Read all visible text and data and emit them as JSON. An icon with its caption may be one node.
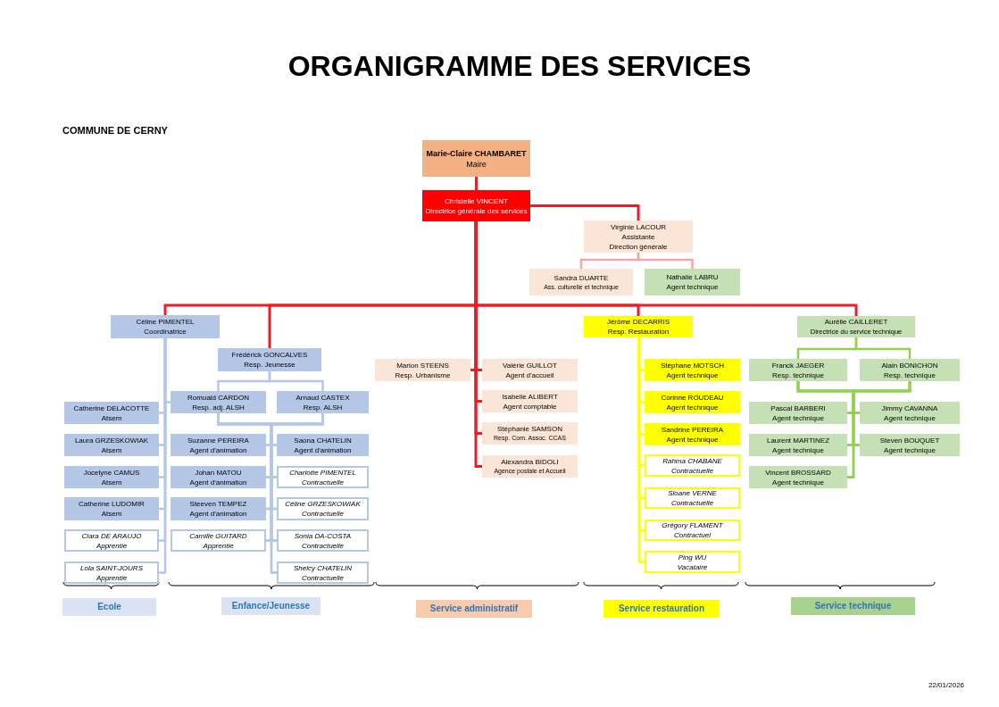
{
  "diagram": {
    "title": "ORGANIGRAMME DES SERVICES",
    "nodes": [
      {
        "text": [
          "Marie-Claire CHAMBARET",
          "Maire"
        ]
      },
      {
        "text": [
          "Christelle VINCENT",
          "Directrice générale des services"
        ]
      },
      {
        "text": [
          "Virginie LACOUR",
          "Assistante",
          "Direction générale"
        ]
      },
      {
        "text": [
          "Sandra DUARTE",
          "Ass. culturelle et technique"
        ]
      },
      {
        "text": [
          "Nathalie LABRU",
          "Agent technique"
        ]
      },
      {
        "text": [
          "Céline PIMENTEL",
          "Coordinatrice"
        ]
      },
      {
        "text": [
          "Catherine DELACOTTE",
          "Atsem"
        ]
      },
      {
        "text": [
          "Laura GRZESKOWIAK",
          "Atsem"
        ]
      },
      {
        "text": [
          "Jocelyne CAMUS",
          "Atsem"
        ]
      },
      {
        "text": [
          "Catherine LUDOMIR",
          "Atsem"
        ]
      },
      {
        "text": [
          "Clara DE ARAUJO",
          "Apprentie"
        ]
      },
      {
        "text": [
          "Lola SAINT-JOURS",
          "Apprentie"
        ]
      },
      {
        "text": [
          "Frédérick GONCALVES",
          "Resp. Jeunesse"
        ]
      },
      {
        "text": [
          "Romuald CARDON",
          "Resp. adj. ALSH"
        ]
      },
      {
        "text": [
          "Arnaud CASTEX",
          "Resp. ALSH"
        ]
      },
      {
        "text": [
          "Suzanne PEREIRA",
          "Agent d'animation"
        ]
      },
      {
        "text": [
          "Saona CHATELIN",
          "Agent d'animation"
        ]
      },
      {
        "text": [
          "Johan MATOU",
          "Agent d'animation"
        ]
      },
      {
        "text": [
          "Charlotte PIMENTEL",
          "Contractuelle"
        ]
      },
      {
        "text": [
          "Steeven TEMPEZ",
          "Agent d'animation"
        ]
      },
      {
        "text": [
          "Céline GRZESKOWIAK",
          "Contractuelle"
        ]
      },
      {
        "text": [
          "Camille GUITARD",
          "Apprentie"
        ]
      },
      {
        "text": [
          "Sonia DA-COSTA",
          "Contractuelle"
        ]
      },
      {
        "text": [
          "Shelcy CHATELIN",
          "Contractuelle"
        ]
      },
      {
        "text": [
          "Marion STEENS",
          "Resp. Urbanisme"
        ]
      },
      {
        "text": [
          "Valérie GUILLOT",
          "Agent d'accueil"
        ]
      },
      {
        "text": [
          "Isabelle ALIBERT",
          "Agent comptable"
        ]
      },
      {
        "text": [
          "Stéphanie SAMSON",
          "Resp. Com. Assoc. CCAS"
        ]
      },
      {
        "text": [
          "Alexandra BIDOLI",
          "Agence postale et Accueil"
        ]
      },
      {
        "text": [
          "Jérôme DECARRIS",
          "Resp. Restauration"
        ]
      },
      {
        "text": [
          "Stéphane MOTSCH",
          "Agent technique"
        ]
      },
      {
        "text": [
          "Corinne ROUDEAU",
          "Agent technique"
        ]
      },
      {
        "text": [
          "Sandrine PEREIRA",
          "Agent technique"
        ]
      },
      {
        "text": [
          "Rahma CHABANE",
          "Contractuelle"
        ]
      },
      {
        "text": [
          "Sloane VERNE",
          "Contractuelle"
        ]
      },
      {
        "text": [
          "Grégory FLAMENT",
          "Contractuel"
        ]
      },
      {
        "text": [
          "Ping WU",
          "Vacataire"
        ]
      },
      {
        "text": [
          "Aurélie CAILLERET",
          "Directrice du service technique"
        ]
      },
      {
        "text": [
          "Franck JAEGER",
          "Resp. technique"
        ]
      },
      {
        "text": [
          "Alain BONICHON",
          "Resp. technique"
        ]
      },
      {
        "text": [
          "Pascal BARBERI",
          "Agent technique"
        ]
      },
      {
        "text": [
          "Jimmy CAVANNA",
          "Agent technique"
        ]
      },
      {
        "text": [
          "Laurent MARTINEZ",
          "Agent technique"
        ]
      },
      {
        "text": [
          "Steven BOUQUET",
          "Agent technique"
        ]
      },
      {
        "text": [
          "Vincent BROSSARD",
          "Agent technique"
        ]
      },
      {
        "text": [
          "Ecole"
        ]
      },
      {
        "text": [
          "Enfance/Jeunesse"
        ]
      },
      {
        "text": [
          "Service administratif"
        ]
      },
      {
        "text": [
          "Service restauration"
        ]
      },
      {
        "text": [
          "Service technique"
        ]
      }
    ],
    "edges": [
      {
        "from": 0,
        "to": 1,
        "arrow": "none",
        "color": "#ee1c25"
      },
      {
        "from": 1,
        "to": 2,
        "arrow": "none",
        "color": "#ee1c25"
      },
      {
        "from": 1,
        "to": 5,
        "arrow": "none",
        "color": "#ee1c25"
      },
      {
        "from": 1,
        "to": 12,
        "arrow": "none",
        "color": "#ee1c25"
      },
      {
        "from": 1,
        "to": 29,
        "arrow": "none",
        "color": "#ee1c25"
      },
      {
        "from": 1,
        "to": 37,
        "arrow": "none",
        "color": "#ee1c25"
      },
      {
        "from": 1,
        "to": 24,
        "arrow": "none",
        "color": "#ee1c25"
      },
      {
        "from": 1,
        "to": 25,
        "arrow": "none",
        "color": "#ee1c25"
      },
      {
        "from": 1,
        "to": 26,
        "arrow": "none",
        "color": "#ee1c25"
      },
      {
        "from": 1,
        "to": 27,
        "arrow": "none",
        "color": "#ee1c25"
      },
      {
        "from": 1,
        "to": 28,
        "arrow": "none",
        "color": "#ee1c25"
      },
      {
        "from": 2,
        "to": 3,
        "arrow": "none",
        "color": "#f4a6a6"
      },
      {
        "from": 2,
        "to": 4,
        "arrow": "none",
        "color": "#f4a6a6"
      },
      {
        "from": 5,
        "to": 6,
        "arrow": "none"
      },
      {
        "from": 5,
        "to": 7,
        "arrow": "none"
      },
      {
        "from": 5,
        "to": 8,
        "arrow": "none"
      },
      {
        "from": 5,
        "to": 9,
        "arrow": "none"
      },
      {
        "from": 5,
        "to": 10,
        "arrow": "none"
      },
      {
        "from": 5,
        "to": 11,
        "arrow": "none"
      },
      {
        "from": 5,
        "to": 13,
        "arrow": "none"
      },
      {
        "from": 12,
        "to": 13,
        "arrow": "none"
      },
      {
        "from": 12,
        "to": 14,
        "arrow": "none"
      },
      {
        "from": 13,
        "to": 15,
        "arrow": "none"
      },
      {
        "from": 13,
        "to": 16,
        "arrow": "none"
      },
      {
        "from": 13,
        "to": 17,
        "arrow": "none"
      },
      {
        "from": 13,
        "to": 18,
        "arrow": "none"
      },
      {
        "from": 13,
        "to": 19,
        "arrow": "none"
      },
      {
        "from": 13,
        "to": 20,
        "arrow": "none"
      },
      {
        "from": 13,
        "to": 21,
        "arrow": "none"
      },
      {
        "from": 13,
        "to": 22,
        "arrow": "none"
      },
      {
        "from": 13,
        "to": 23,
        "arrow": "none"
      },
      {
        "from": 14,
        "to": 15,
        "arrow": "none"
      },
      {
        "from": 14,
        "to": 16,
        "arrow": "none"
      },
      {
        "from": 14,
        "to": 17,
        "arrow": "none"
      },
      {
        "from": 14,
        "to": 18,
        "arrow": "none"
      },
      {
        "from": 14,
        "to": 19,
        "arrow": "none"
      },
      {
        "from": 14,
        "to": 20,
        "arrow": "none"
      },
      {
        "from": 14,
        "to": 21,
        "arrow": "none"
      },
      {
        "from": 14,
        "to": 22,
        "arrow": "none"
      },
      {
        "from": 14,
        "to": 23,
        "arrow": "none"
      },
      {
        "from": 29,
        "to": 30,
        "arrow": "none",
        "color": "#ffff00"
      },
      {
        "from": 29,
        "to": 31,
        "arrow": "none",
        "color": "#ffff00"
      },
      {
        "from": 29,
        "to": 32,
        "arrow": "none",
        "color": "#ffff00"
      },
      {
        "from": 29,
        "to": 33,
        "arrow": "none",
        "color": "#ffff00"
      },
      {
        "from": 29,
        "to": 34,
        "arrow": "none",
        "color": "#ffff00"
      },
      {
        "from": 29,
        "to": 35,
        "arrow": "none",
        "color": "#ffff00"
      },
      {
        "from": 29,
        "to": 36,
        "arrow": "none",
        "color": "#ffff00"
      },
      {
        "from": 37,
        "to": 38,
        "arrow": "none",
        "color": "#92d050"
      },
      {
        "from": 37,
        "to": 39,
        "arrow": "none",
        "color": "#92d050"
      },
      {
        "from": 38,
        "to": 40,
        "arrow": "none",
        "color": "#92d050"
      },
      {
        "from": 38,
        "to": 41,
        "arrow": "none",
        "color": "#92d050"
      },
      {
        "from": 38,
        "to": 42,
        "arrow": "none",
        "color": "#92d050"
      },
      {
        "from": 38,
        "to": 43,
        "arrow": "none",
        "color": "#92d050"
      },
      {
        "from": 38,
        "to": 44,
        "arrow": "none",
        "color": "#92d050"
      },
      {
        "from": 39,
        "to": 40,
        "arrow": "none",
        "color": "#92d050"
      },
      {
        "from": 39,
        "to": 41,
        "arrow": "none",
        "color": "#92d050"
      },
      {
        "from": 39,
        "to": 42,
        "arrow": "none",
        "color": "#92d050"
      },
      {
        "from": 39,
        "to": 43,
        "arrow": "none",
        "color": "#92d050"
      },
      {
        "from": 39,
        "to": 44,
        "arrow": "none",
        "color": "#92d050"
      }
    ],
    "labels": [
      "COMMUNE DE CERNY",
      "22/01/2026"
    ]
  }
}
